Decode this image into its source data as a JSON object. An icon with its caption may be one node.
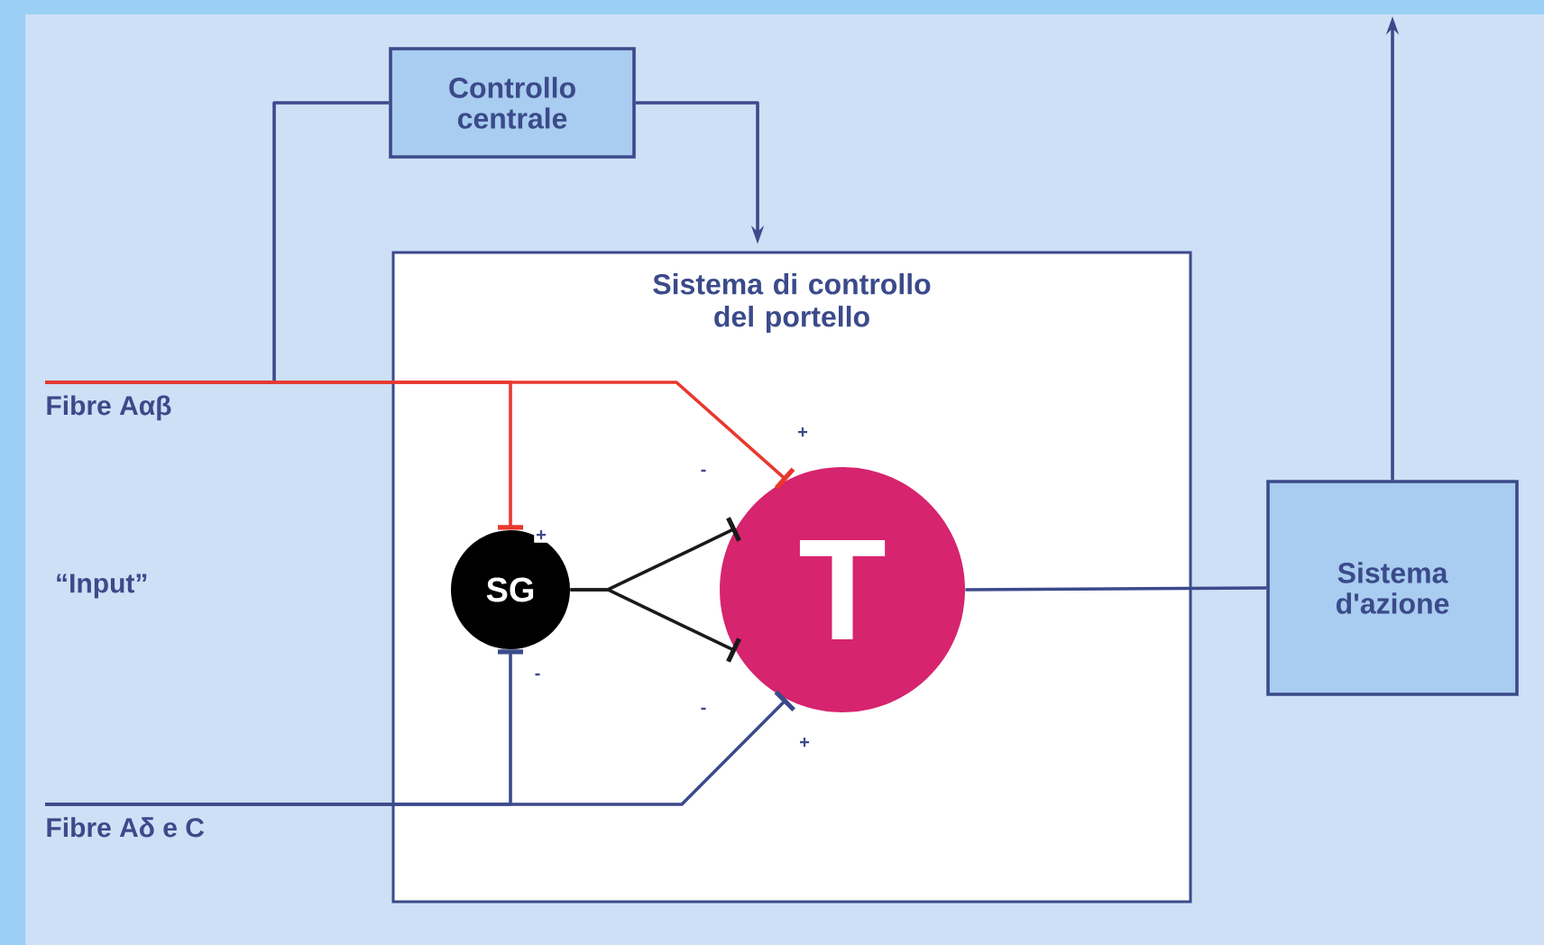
{
  "diagram": {
    "nodes": [
      {
        "text": [
          "Controllo centrale"
        ]
      },
      {
        "text": [
          "Sistema di controllo del portello"
        ]
      },
      {
        "text": [
          "SG"
        ],
        "in": 1
      },
      {
        "text": [
          "T"
        ],
        "in": 1
      },
      {
        "text": [
          "Sistema d'azione"
        ]
      },
      {
        "text": [
          "Fibre Aαβ"
        ]
      },
      {
        "text": [
          "Fibre Aδ e C"
        ]
      }
    ],
    "edges": [
      {
        "from": 5,
        "to": 0,
        "arrow": "none"
      },
      {
        "from": 5,
        "to": 2,
        "arrow": "other",
        "label": "+",
        "color": "#e8382e"
      },
      {
        "from": 5,
        "to": 3,
        "arrow": "other",
        "label": "+",
        "color": "#e8382e"
      },
      {
        "from": 6,
        "to": 2,
        "arrow": "other",
        "label": "-"
      },
      {
        "from": 6,
        "to": 3,
        "arrow": "other",
        "label": "+"
      },
      {
        "from": 2,
        "to": 3,
        "arrow": "other",
        "label": "-",
        "color": "#1a1a1a"
      },
      {
        "from": 2,
        "to": 3,
        "arrow": "other",
        "label": "-",
        "color": "#1a1a1a"
      },
      {
        "from": 0,
        "to": 1,
        "arrow": "to"
      },
      {
        "from": 3,
        "to": 4,
        "arrow": "none"
      },
      {
        "from": 4,
        "to": null,
        "arrow": "to"
      }
    ],
    "labels": [
      "“Input”"
    ]
  }
}
